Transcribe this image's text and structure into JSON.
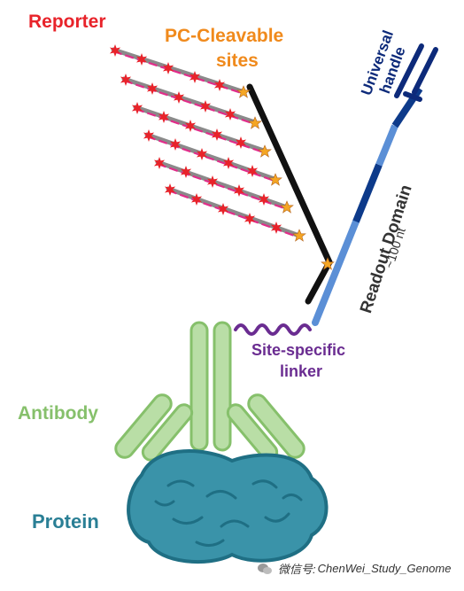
{
  "labels": {
    "reporter": "Reporter",
    "pc_line1": "PC-Cleavable",
    "pc_line2": "sites",
    "universal_line1": "Universal",
    "universal_line2": "handle",
    "readout": "Readout Domain",
    "readout_length": "~100 nt",
    "site_line1": "Site-specific",
    "site_line2": "linker",
    "antibody": "Antibody",
    "protein": "Protein"
  },
  "watermark": {
    "prefix": "微信号:",
    "account": "ChenWei_Study_Genome"
  },
  "colors": {
    "reporter": "#e8232a",
    "pc_sites": "#f08a1c",
    "star": "#f5a623",
    "universal_handle": "#0d2a7a",
    "readout_dark": "#0d3a8a",
    "readout_light": "#5b8fd6",
    "linker": "#6a2c91",
    "antibody": "#86c06b",
    "antibody_fill": "#b9dea6",
    "protein_fill": "#3a93a9",
    "protein_edge": "#1f6f84",
    "protein_label": "#2a7f95",
    "strand_grey": "#8a8a8a",
    "strand_pink": "#e02d8a",
    "backbone": "#111111"
  }
}
